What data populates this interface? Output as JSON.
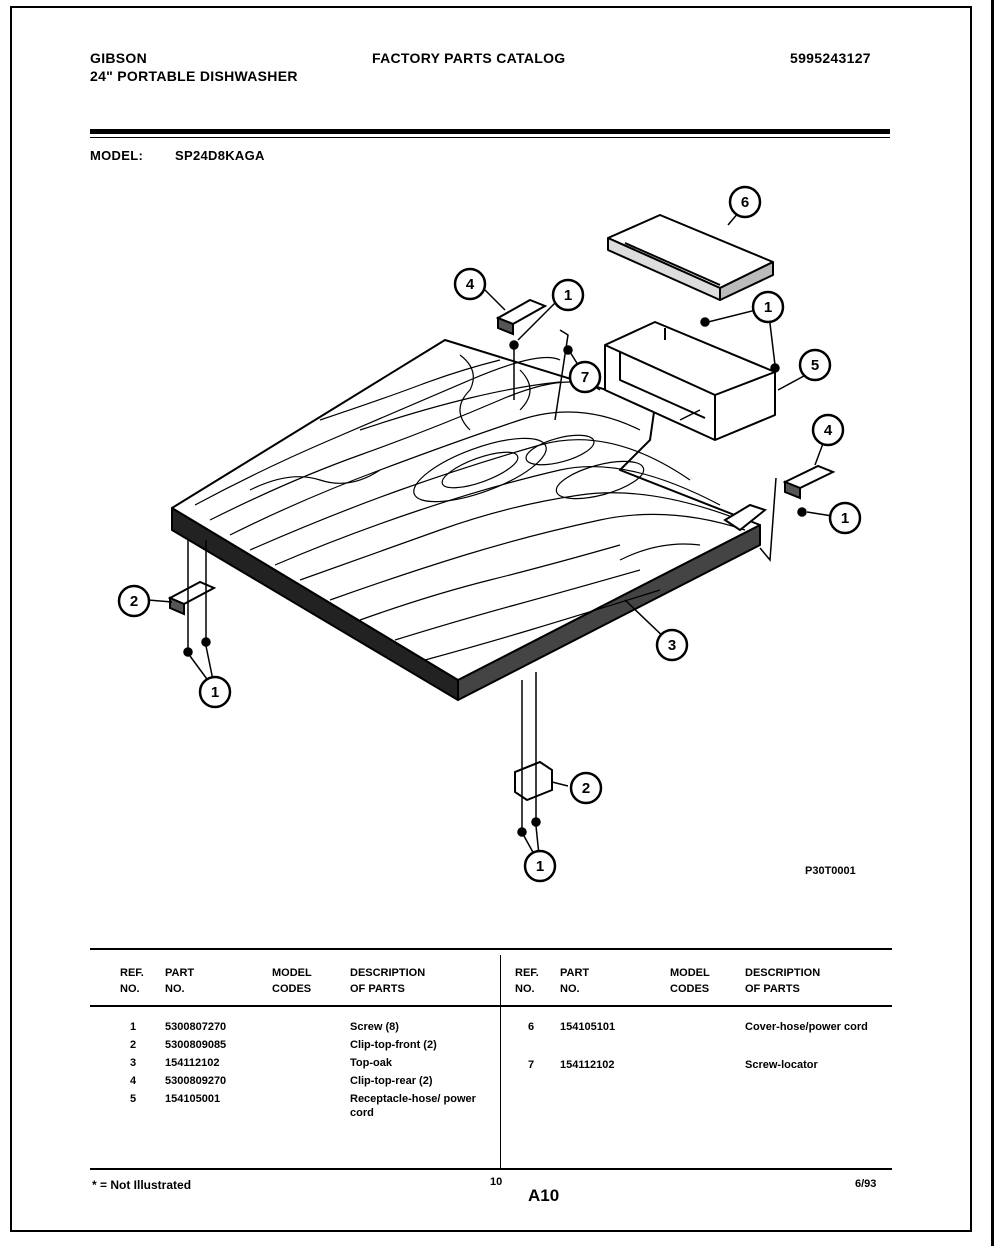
{
  "header": {
    "brand": "GIBSON",
    "product": "24\" PORTABLE DISHWASHER",
    "catalog_title": "FACTORY PARTS CATALOG",
    "catalog_number": "5995243127",
    "model_label": "MODEL:",
    "model_value": "SP24D8KAGA"
  },
  "diagram": {
    "callouts": [
      "1",
      "2",
      "3",
      "4",
      "5",
      "6",
      "7"
    ],
    "drawing_code": "P30T0001"
  },
  "table": {
    "columns": [
      {
        "line1": "REF.",
        "line2": "NO."
      },
      {
        "line1": "PART",
        "line2": "NO."
      },
      {
        "line1": "MODEL",
        "line2": "CODES"
      },
      {
        "line1": "DESCRIPTION",
        "line2": "OF PARTS"
      }
    ],
    "rows": [
      {
        "ref": "1",
        "part": "5300807270",
        "codes": "",
        "desc": "Screw (8)"
      },
      {
        "ref": "2",
        "part": "5300809085",
        "codes": "",
        "desc": "Clip-top-front (2)"
      },
      {
        "ref": "3",
        "part": "154112102",
        "codes": "",
        "desc": "Top-oak"
      },
      {
        "ref": "4",
        "part": "5300809270",
        "codes": "",
        "desc": "Clip-top-rear (2)"
      },
      {
        "ref": "5",
        "part": "154105001",
        "codes": "",
        "desc": "Receptacle-hose/ power cord"
      },
      {
        "ref": "6",
        "part": "154105101",
        "codes": "",
        "desc": "Cover-hose/power cord"
      },
      {
        "ref": "7",
        "part": "154112102",
        "codes": "",
        "desc": "Screw-locator"
      }
    ]
  },
  "footer": {
    "note": "* = Not Illustrated",
    "page_number": "10",
    "section": "A10",
    "date": "6/93"
  }
}
